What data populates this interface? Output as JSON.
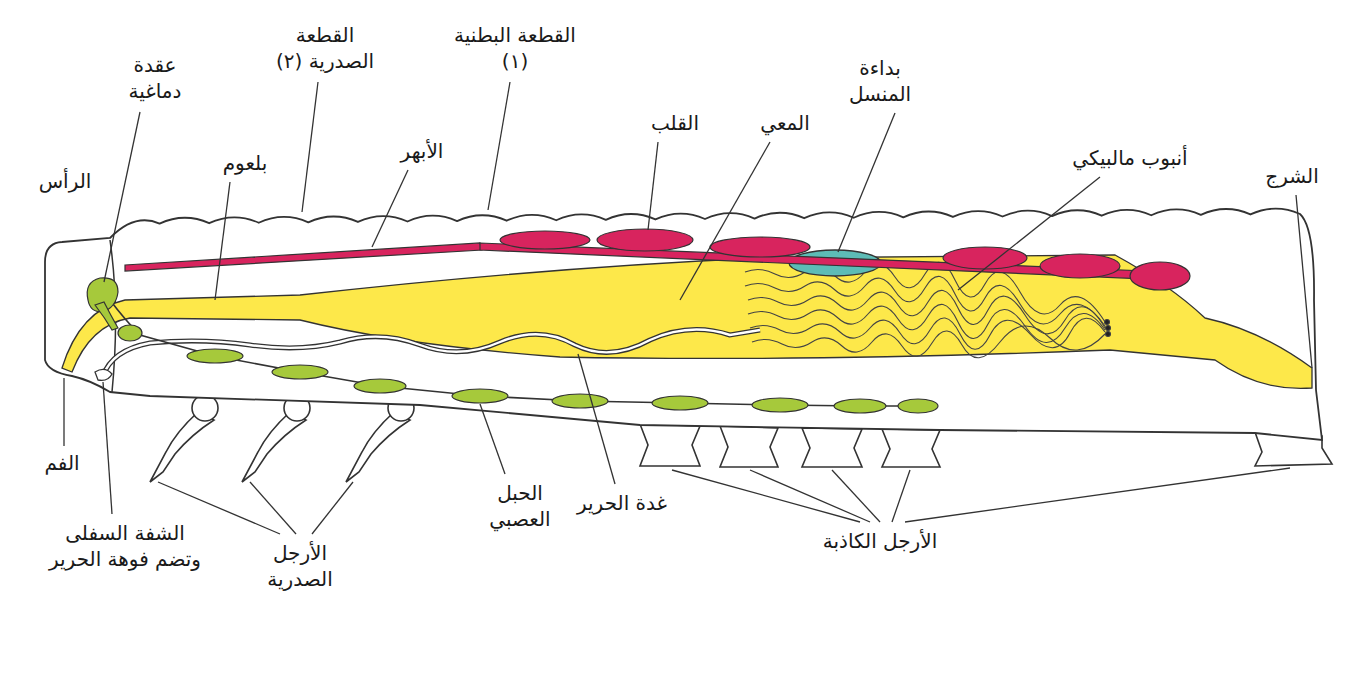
{
  "diagram": {
    "labels": [
      "عقدة دماغية",
      "القطعة الصدرية (٢)",
      "القطعة البطنية (١)",
      "بداءة المنسل",
      "أنبوب مالبيكي",
      "الشرج",
      "القلب",
      "المعي",
      "الأبهر",
      "بلعوم",
      "الرأس",
      "الفم",
      "الشفة السفلى وتضم فوهة الحرير",
      "الأرجل الصدرية",
      "الحبل العصبي",
      "غدة الحرير",
      "الأرجل الكاذبة"
    ]
  }
}
